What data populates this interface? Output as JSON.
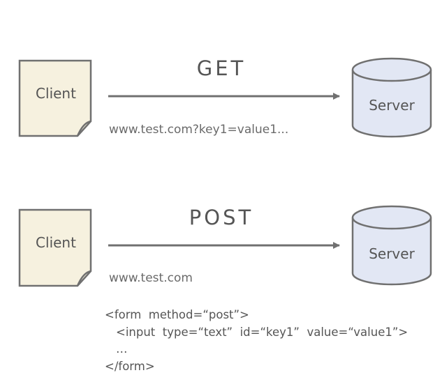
{
  "get_flow": {
    "client_label": "Client",
    "method_label": "GET",
    "url_text": "www.test.com?key1=value1...",
    "server_label": "Server"
  },
  "post_flow": {
    "client_label": "Client",
    "method_label": "POST",
    "url_text": "www.test.com",
    "server_label": "Server",
    "form_code": [
      "<form  method=“post”>",
      "<input  type=“text”  id=“key1”  value=“value1”>",
      "…",
      "</form>"
    ]
  },
  "colors": {
    "document_fill": "#f6f1df",
    "server_fill": "#e2e7f4",
    "outline": "#707070",
    "text": "#555555"
  }
}
